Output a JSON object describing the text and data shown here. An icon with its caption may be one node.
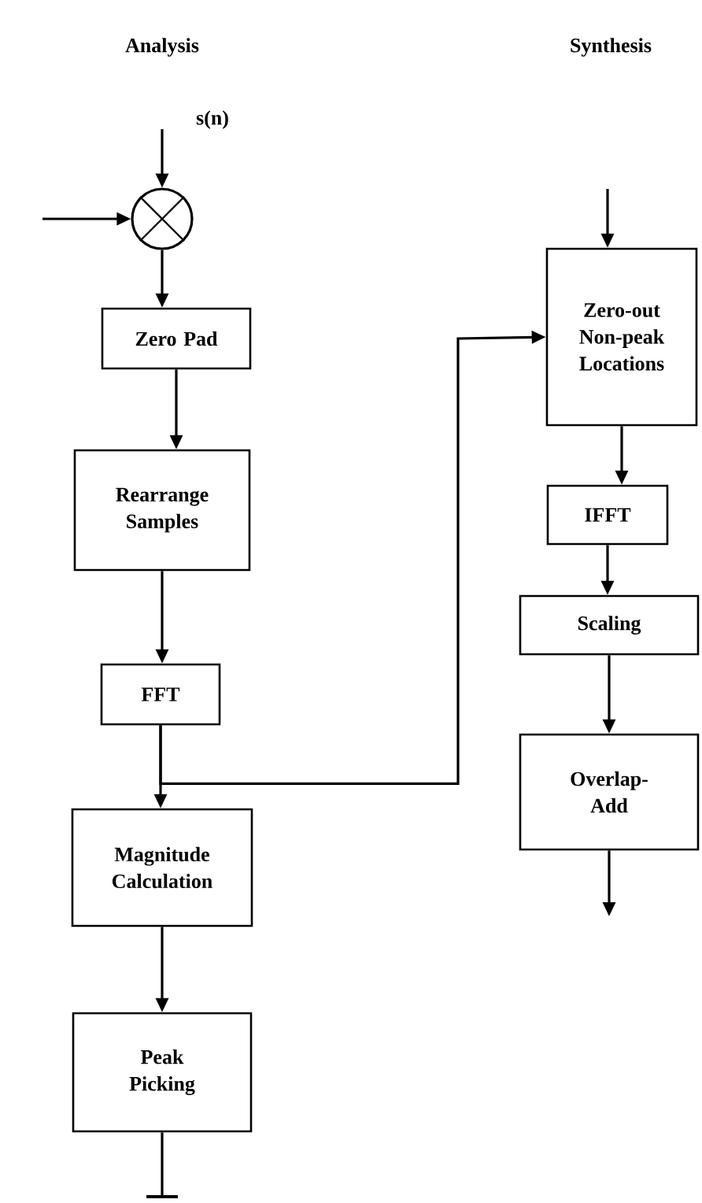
{
  "diagram": {
    "nodes": [
      {
        "text": [],
        "shape": "circle"
      },
      {
        "text": [
          "Zero Pad"
        ]
      },
      {
        "text": [
          "Rearrange Samples"
        ]
      },
      {
        "text": [
          "FFT"
        ]
      },
      {
        "text": [
          "Magnitude Calculation"
        ]
      },
      {
        "text": [
          "Peak Picking"
        ]
      },
      {
        "text": [
          "Zero-out Non-peak Locations"
        ]
      },
      {
        "text": [
          "IFFT"
        ]
      },
      {
        "text": [
          "Scaling"
        ]
      },
      {
        "text": [
          "Overlap- Add"
        ]
      }
    ],
    "edges": [
      {
        "from": null,
        "to": 0,
        "arrow": "to",
        "label": "s(n)"
      },
      {
        "from": null,
        "to": 0,
        "arrow": "to"
      },
      {
        "from": 0,
        "to": 1,
        "arrow": "to"
      },
      {
        "from": 1,
        "to": 2,
        "arrow": "to"
      },
      {
        "from": 2,
        "to": 3,
        "arrow": "to"
      },
      {
        "from": 3,
        "to": 4,
        "arrow": "to"
      },
      {
        "from": 3,
        "to": 6,
        "arrow": "to"
      },
      {
        "from": 4,
        "to": 5,
        "arrow": "to"
      },
      {
        "from": 5,
        "to": null,
        "arrow": "none"
      },
      {
        "from": null,
        "to": 6,
        "arrow": "to"
      },
      {
        "from": 6,
        "to": 7,
        "arrow": "to"
      },
      {
        "from": 7,
        "to": 8,
        "arrow": "to"
      },
      {
        "from": 8,
        "to": 9,
        "arrow": "to"
      },
      {
        "from": 9,
        "to": null,
        "arrow": "to"
      }
    ],
    "labels": [
      "Analysis",
      "Synthesis"
    ]
  }
}
